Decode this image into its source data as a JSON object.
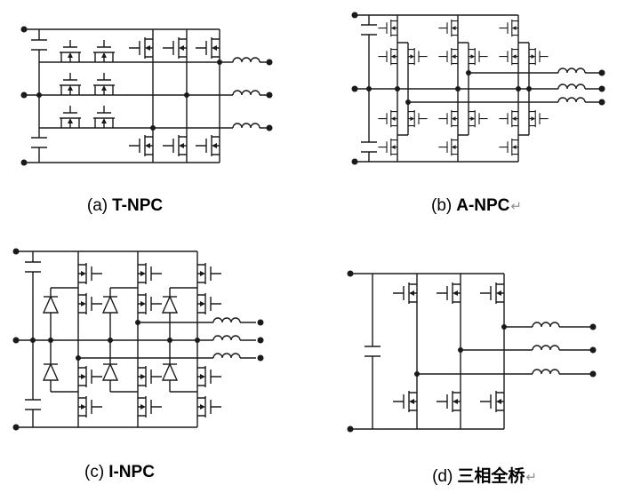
{
  "figure": {
    "type": "circuit-topology-figure",
    "panels": [
      {
        "id": "a",
        "index_label": "(a)",
        "title": "T-NPC",
        "return_mark": ""
      },
      {
        "id": "b",
        "index_label": "(b)",
        "title": "A-NPC",
        "return_mark": "↵"
      },
      {
        "id": "c",
        "index_label": "(c)",
        "title": "I-NPC",
        "return_mark": ""
      },
      {
        "id": "d",
        "index_label": "(d)",
        "title": "三相全桥",
        "return_mark": "↵"
      }
    ],
    "colors": {
      "line": "#1a1a1a",
      "return_mark": "#909090"
    }
  }
}
